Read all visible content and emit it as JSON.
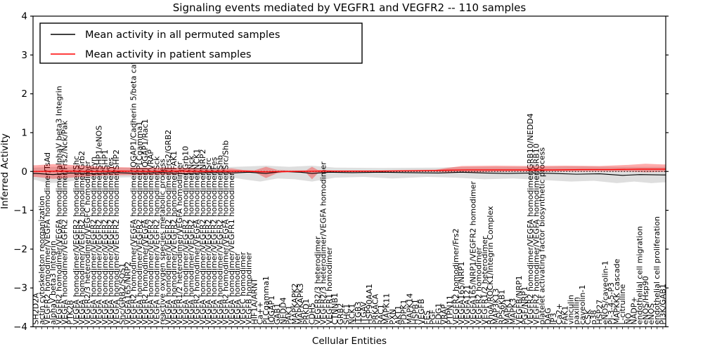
{
  "title": "Signaling events mediated by VEGFR1 and VEGFR2 -- 110 samples",
  "legend": {
    "items": [
      {
        "label": "Mean activity in all permuted samples",
        "color": "#000000"
      },
      {
        "label": "Mean activity in patient samples",
        "color": "#ff0000"
      }
    ]
  },
  "axes": {
    "xlabel": "Cellular Entities",
    "ylabel": "Inferred Activity",
    "yticks": [
      4,
      3,
      2,
      1,
      0,
      -1,
      -2,
      -3,
      -4
    ],
    "ylim": [
      -4,
      4
    ]
  },
  "colors": {
    "permuted_line": "#000000",
    "patient_line": "#ff0000",
    "permuted_band": "rgba(0,0,0,0.13)",
    "patient_band": "rgba(255,0,0,0.33)",
    "zero_line": "#000000"
  },
  "chart_data": {
    "type": "line",
    "title": "Signaling events mediated by VEGFR1 and VEGFR2 -- 110 samples",
    "xlabel": "Cellular Entities",
    "ylabel": "Inferred Activity",
    "ylim": [
      -4,
      4
    ],
    "n_samples": 110,
    "legend_position": "upper left",
    "grid": false,
    "zero_line": {
      "y": 0,
      "style": "dotted",
      "color": "#000000"
    },
    "categories": [
      "SH2D2A",
      "actin cytoskeleton reorganization",
      "VEGFR2 homodimer/VEGFA homodimer/TsAd",
      "alphaV beta3 Integrin",
      "VEGFR2 homodimer/VEGFA homodimer/alphaV beta3 Integrin",
      "VEGFA homodimer/VEGFR2 homodimer/Frs2/Nck/Pak",
      "PTK2B",
      "VEGFA homodimer/VEGFR2 homodimer/Shc",
      "VEGFA homodimer/VEGFR2 homodimer/Grb2",
      "VEGFR2/3 heterodimer/VEGFC homodimer",
      "VEGFA homodimer/VEGFR2 homodimer/Fyn",
      "VEGFA homodimer/VEGFR2 homodimer/SHP1/eNOS",
      "VEGFA homodimer/VEGFR2 homodimer/SHP1",
      "VEGFA homodimer/VEGFR2 homodimer/Yes",
      "VEGFA homodimer/VEGFR2 homodimer/SHP2",
      "Shc/GRB2/SOS1",
      "VEGFA165/NRP2",
      "VEGFR2 homodimer/VEGFA homodimer/IQGAP1/Cadherin 5/beta catenin",
      "VEGFA homodimer/VEGFR2 homodimer/PLCgamma1",
      "VEGFR2 homodimer/VEGFA homodimer/IQGAP1/Rac1",
      "VEGFA homodimer/VEGFR2 homodimer/VRAP",
      "VEGFA homodimer/VEGFR2 homodimer/Sck",
      "reactive oxygen species metabolic process",
      "VEGFA homodimer/VEGFR2 homodimer/Frs2/GRB2",
      "VEGFA homodimer/VEGFR2 homodimer/FAK1",
      "VEGFR1/2 heterodimer/VEGFA homodimer",
      "VEGFA homodimer/VEGFR2 homodimer/Grb10",
      "VEGFA homodimer/VEGFR2 homodimer/Nck",
      "VEGFR2 homodimer/VEGFA homodimer/NCK1",
      "VEGFA homodimer/VEGFR2 homodimer/NRP2",
      "VEGFA homodimer/VEGFR2 homodimer/Src",
      "VEGFA homodimer/VEGFR2 homodimer/Fes",
      "VEGFA homodimer/VEGFR2 homodimer/Shb",
      "VEGFR2 homodimer/VEGFA homodimer/Src/Shb",
      "VEGFA homodimer/VEGFR1 homodimer",
      "VEGFA homodimer",
      "VEGFC homodimer",
      "VEGFB homodimer",
      "HIF1A/ARNT",
      "Ca++",
      "PLCgamma1",
      "IQGAP1",
      "GAB1",
      "NEDD4",
      "PAK1",
      "MAPKAPK2",
      "MAPKAPK3",
      "PRKD1",
      "CDH5",
      "VEGFR2/3 heterodimer",
      "VEGFR2/3 heterodimer/VEGFA homodimer",
      "VEGFR1 homodimer",
      "CTNNB1",
      "GRB2",
      "SHC1",
      "NCK1",
      "ITGB3",
      "ITGAV",
      "HSP90AA1",
      "PRKACA",
      "RAC1",
      "MAPK11",
      "PXN",
      "AKT1",
      "PDPK1",
      "MAPK14",
      "HSPB1",
      "VEGFB",
      "FES",
      "PGF",
      "EDG1",
      "VRAP",
      "PTPN11",
      "VEGFR2 homodimer/Frs2",
      "VEGFA165/NRP1",
      "VEGFA121",
      "VEGFA165/NRP1/VEGFR2 homodimer",
      "VEGFR2 homodimer",
      "VEGFR1/2 heterodimer",
      "RhoA/ROCK1/Integrin Complex",
      "MAP3K13",
      "RPS6KB1",
      "MAPK1",
      "MAPK3",
      "VEGFB/NRP1",
      "PGF/NRP1",
      "VEGFR2 homodimer/VEGFA homodimer/GRB10/NEDD4",
      "VEGFR2 homodimer/VEGFA homodimer/GRB10",
      "platelet activating factor biosynthetic process",
      "DAG",
      "IP3",
      "Ca2+",
      "FAK1",
      "vinculin",
      "paxillin",
      "caveolin-1",
      "CSK",
      "p38",
      "HSP27",
      "eNOS/caveolin-1",
      "PI-3-4-5-P3",
      "MAPKKK cascade",
      "L-citrulline",
      "NO",
      "NADP+",
      "endothelial cell migration",
      "eNOS/Hsp90",
      "eNOS",
      "endothelial cell proliferation",
      "PI3K/GAB1"
    ],
    "series": [
      {
        "name": "Mean activity in all permuted samples",
        "color": "#000000",
        "points": [
          [
            0,
            -0.05
          ],
          [
            3,
            -0.08
          ],
          [
            6,
            -0.04
          ],
          [
            10,
            -0.06
          ],
          [
            14,
            -0.03
          ],
          [
            18,
            -0.05
          ],
          [
            22,
            -0.03
          ],
          [
            26,
            -0.06
          ],
          [
            30,
            -0.03
          ],
          [
            34,
            -0.04
          ],
          [
            37,
            -0.02
          ],
          [
            40,
            -0.05
          ],
          [
            43,
            0.0
          ],
          [
            46,
            -0.02
          ],
          [
            48,
            -0.05
          ],
          [
            51,
            -0.02
          ],
          [
            55,
            -0.03
          ],
          [
            60,
            -0.02
          ],
          [
            65,
            -0.03
          ],
          [
            70,
            -0.04
          ],
          [
            74,
            -0.02
          ],
          [
            78,
            -0.04
          ],
          [
            82,
            -0.05
          ],
          [
            86,
            -0.04
          ],
          [
            90,
            -0.05
          ],
          [
            94,
            -0.07
          ],
          [
            98,
            -0.06
          ],
          [
            102,
            -0.1
          ],
          [
            105,
            -0.08
          ],
          [
            109,
            -0.09
          ]
        ]
      },
      {
        "name": "Mean activity in patient samples",
        "color": "#ff0000",
        "points": [
          [
            0,
            0.0
          ],
          [
            5,
            0.01
          ],
          [
            10,
            0.0
          ],
          [
            15,
            0.01
          ],
          [
            20,
            0.0
          ],
          [
            25,
            0.01
          ],
          [
            30,
            0.0
          ],
          [
            35,
            0.01
          ],
          [
            40,
            -0.01
          ],
          [
            45,
            0.0
          ],
          [
            50,
            0.01
          ],
          [
            55,
            0.01
          ],
          [
            60,
            0.01
          ],
          [
            65,
            0.02
          ],
          [
            70,
            0.03
          ],
          [
            75,
            0.04
          ],
          [
            80,
            0.04
          ],
          [
            85,
            0.04
          ],
          [
            90,
            0.04
          ],
          [
            95,
            0.05
          ],
          [
            100,
            0.05
          ],
          [
            105,
            0.06
          ],
          [
            109,
            0.06
          ]
        ]
      }
    ],
    "bands": [
      {
        "name": "permuted samples band",
        "color": "rgba(0,0,0,0.13)",
        "top": [
          [
            0,
            0.1
          ],
          [
            3,
            0.12
          ],
          [
            8,
            0.1
          ],
          [
            20,
            0.09
          ],
          [
            30,
            0.1
          ],
          [
            37,
            0.13
          ],
          [
            40,
            0.15
          ],
          [
            44,
            0.12
          ],
          [
            48,
            0.15
          ],
          [
            52,
            0.1
          ],
          [
            60,
            0.09
          ],
          [
            70,
            0.1
          ],
          [
            75,
            0.12
          ],
          [
            85,
            0.12
          ],
          [
            95,
            0.13
          ],
          [
            100,
            0.12
          ],
          [
            105,
            0.12
          ],
          [
            109,
            0.12
          ]
        ],
        "bottom": [
          [
            0,
            -0.22
          ],
          [
            2,
            -0.3
          ],
          [
            5,
            -0.28
          ],
          [
            8,
            -0.2
          ],
          [
            12,
            -0.16
          ],
          [
            20,
            -0.14
          ],
          [
            28,
            -0.16
          ],
          [
            33,
            -0.13
          ],
          [
            36,
            -0.2
          ],
          [
            39,
            -0.26
          ],
          [
            42,
            -0.18
          ],
          [
            45,
            -0.2
          ],
          [
            48,
            -0.26
          ],
          [
            52,
            -0.16
          ],
          [
            57,
            -0.14
          ],
          [
            62,
            -0.18
          ],
          [
            68,
            -0.14
          ],
          [
            73,
            -0.16
          ],
          [
            78,
            -0.2
          ],
          [
            83,
            -0.18
          ],
          [
            88,
            -0.22
          ],
          [
            93,
            -0.26
          ],
          [
            97,
            -0.24
          ],
          [
            101,
            -0.3
          ],
          [
            104,
            -0.26
          ],
          [
            107,
            -0.3
          ],
          [
            109,
            -0.28
          ]
        ]
      },
      {
        "name": "patient samples band",
        "color": "rgba(255,0,0,0.33)",
        "top": [
          [
            0,
            0.16
          ],
          [
            3,
            0.19
          ],
          [
            7,
            0.16
          ],
          [
            12,
            0.12
          ],
          [
            18,
            0.1
          ],
          [
            24,
            0.1
          ],
          [
            28,
            0.08
          ],
          [
            31,
            0.05
          ],
          [
            34,
            0.08
          ],
          [
            36,
            0.04
          ],
          [
            38,
            0.03
          ],
          [
            40,
            0.12
          ],
          [
            42,
            0.04
          ],
          [
            44,
            0.03
          ],
          [
            47,
            0.03
          ],
          [
            48,
            0.12
          ],
          [
            49,
            0.04
          ],
          [
            52,
            0.02
          ],
          [
            58,
            0.02
          ],
          [
            64,
            0.02
          ],
          [
            69,
            0.03
          ],
          [
            71,
            0.08
          ],
          [
            74,
            0.14
          ],
          [
            80,
            0.15
          ],
          [
            86,
            0.14
          ],
          [
            92,
            0.15
          ],
          [
            98,
            0.14
          ],
          [
            103,
            0.17
          ],
          [
            106,
            0.2
          ],
          [
            109,
            0.18
          ]
        ],
        "bottom": [
          [
            0,
            -0.14
          ],
          [
            3,
            -0.19
          ],
          [
            7,
            -0.15
          ],
          [
            12,
            -0.1
          ],
          [
            18,
            -0.09
          ],
          [
            24,
            -0.08
          ],
          [
            28,
            -0.06
          ],
          [
            31,
            -0.04
          ],
          [
            34,
            -0.06
          ],
          [
            36,
            -0.03
          ],
          [
            38,
            -0.02
          ],
          [
            40,
            -0.17
          ],
          [
            42,
            -0.04
          ],
          [
            44,
            -0.02
          ],
          [
            47,
            -0.04
          ],
          [
            48,
            -0.2
          ],
          [
            49,
            -0.05
          ],
          [
            52,
            -0.02
          ],
          [
            58,
            -0.01
          ],
          [
            64,
            -0.01
          ],
          [
            69,
            -0.01
          ],
          [
            71,
            -0.02
          ],
          [
            74,
            -0.03
          ],
          [
            80,
            -0.01
          ],
          [
            86,
            0.0
          ],
          [
            92,
            0.0
          ],
          [
            98,
            0.0
          ],
          [
            103,
            0.0
          ],
          [
            106,
            -0.02
          ],
          [
            109,
            -0.01
          ]
        ]
      }
    ]
  }
}
